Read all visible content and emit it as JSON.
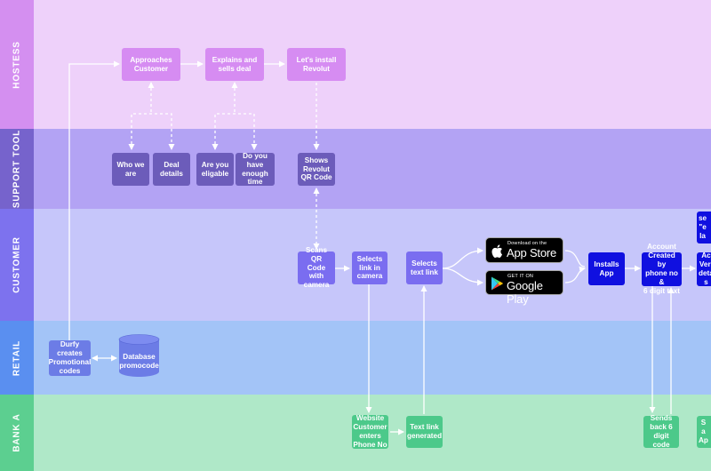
{
  "lanes": [
    {
      "id": "hostess",
      "label": "HOSTESS",
      "bg": "#eed1fa",
      "label_bg": "#d48ff0"
    },
    {
      "id": "support",
      "label": "SUPPORT TOOL",
      "bg": "#b3a3f4",
      "label_bg": "#7663cc"
    },
    {
      "id": "customer",
      "label": "CUSTOMER",
      "bg": "#c6c6fa",
      "label_bg": "#7d72ee"
    },
    {
      "id": "retail",
      "label": "RETAIL",
      "bg": "#a3c4f7",
      "label_bg": "#5a8ff0"
    },
    {
      "id": "bank",
      "label": "BANK A",
      "bg": "#afe8c8",
      "label_bg": "#5ccf90"
    }
  ],
  "nodes": {
    "approaches": "Approaches\nCustomer",
    "explains": "Explains and\nsells deal",
    "install": "Let's install\nRevolut",
    "who_we_are": "Who we\nare",
    "deal_details": "Deal\ndetails",
    "eligable": "Are you\neligable",
    "enough_time": "Do you\nhave\nenough\ntime",
    "qr_code": "Shows\nRevolut\nQR Code",
    "scans_qr": "Scans QR\nCode with\ncamera",
    "selects_camera": "Selects\nlink in\ncamera",
    "selects_text": "Selects\ntext link",
    "installs_app": "Installs\nApp",
    "account_created": "Account\nCreated by\nphone no &\n6 digit text",
    "cut_top": "se\n\"e\nla",
    "cut_verify": "Ac\nVeri\ndeta\ns",
    "durfy": "Durfy\ncreates\nPromotional\ncodes",
    "database": "Database\npromocode",
    "website": "Website\nCustomer\nenters\nPhone No",
    "text_link": "Text link\ngenerated",
    "sends_back": "Sends\nback 6\ndigit code",
    "cut_bank": "S\na\nAp"
  },
  "stores": {
    "app_store": {
      "small": "Download on the",
      "big": "App Store"
    },
    "google_play": {
      "small": "GET IT ON",
      "big": "Google Play"
    }
  }
}
